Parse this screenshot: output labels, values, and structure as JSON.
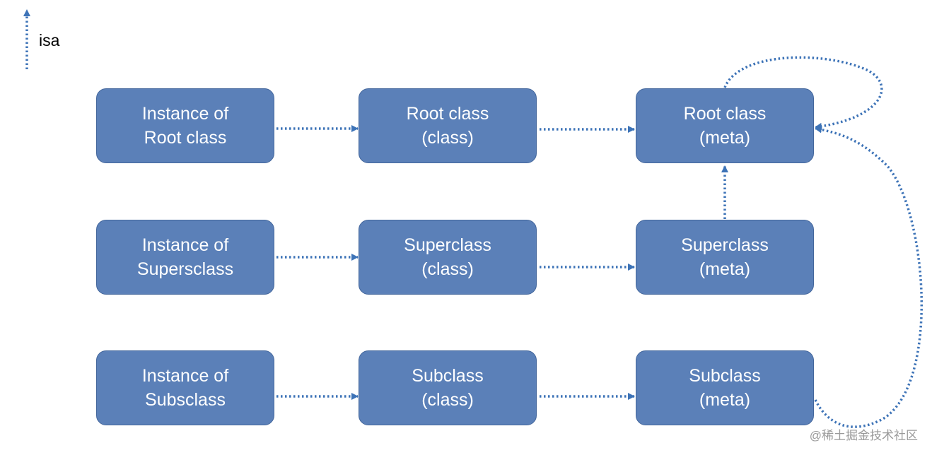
{
  "legend": {
    "arrow_meaning": "isa",
    "arrow_style": "dotted",
    "arrow_color": "#3d73b7"
  },
  "colors": {
    "box_fill": "#5b80b8",
    "box_text": "#ffffff",
    "arrow": "#3d73b7"
  },
  "rows": [
    {
      "instance": {
        "line1": "Instance of",
        "line2": "Root class"
      },
      "class": {
        "line1": "Root class",
        "line2": "(class)"
      },
      "meta": {
        "line1": "Root class",
        "line2": "(meta)"
      }
    },
    {
      "instance": {
        "line1": "Instance of",
        "line2": "Supersclass"
      },
      "class": {
        "line1": "Superclass",
        "line2": "(class)"
      },
      "meta": {
        "line1": "Superclass",
        "line2": "(meta)"
      }
    },
    {
      "instance": {
        "line1": "Instance of",
        "line2": "Subsclass"
      },
      "class": {
        "line1": "Subclass",
        "line2": "(class)"
      },
      "meta": {
        "line1": "Subclass",
        "line2": "(meta)"
      }
    }
  ],
  "watermark": "@稀土掘金技术社区"
}
